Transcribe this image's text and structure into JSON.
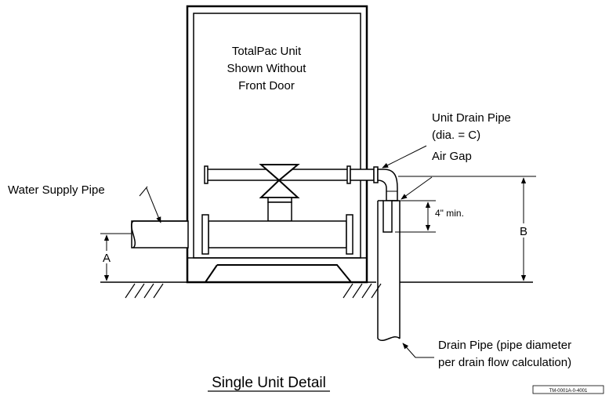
{
  "diagram": {
    "unit_label_lines": [
      "TotalPac Unit",
      "Shown Without",
      "Front Door"
    ],
    "unit_drain_pipe_lines": [
      "Unit Drain Pipe",
      "(dia. = C)"
    ],
    "air_gap": "Air Gap",
    "water_supply_pipe": "Water Supply Pipe",
    "min_dimension": "4\" min.",
    "dim_a": "A",
    "dim_b": "B",
    "drain_pipe_lines": [
      "Drain Pipe (pipe diameter",
      "per drain flow calculation)"
    ],
    "title": "Single Unit Detail",
    "figure_code": "TM-0001A-0-4001"
  }
}
